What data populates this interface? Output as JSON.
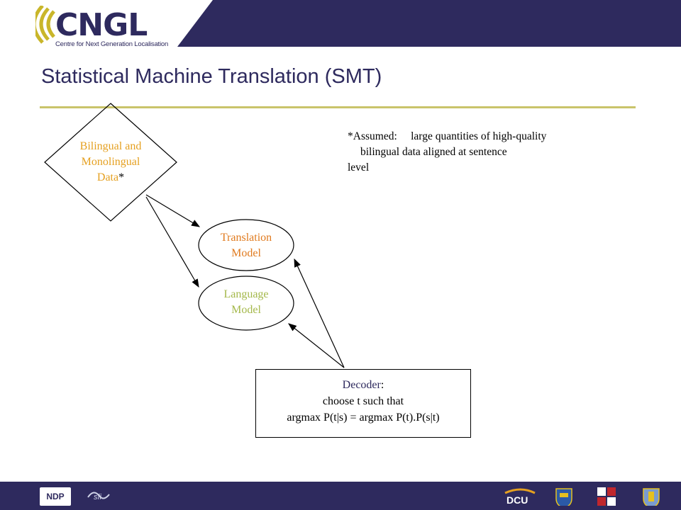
{
  "header": {
    "logo_text": "CNGL",
    "logo_tagline": "Centre for Next Generation Localisation"
  },
  "title": "Statistical Machine Translation (SMT)",
  "diagram": {
    "diamond": {
      "line1": "Bilingual and",
      "line2": "Monolingual",
      "line3": "Data",
      "asterisk": "*"
    },
    "translation_model": {
      "line1": "Translation",
      "line2": "Model"
    },
    "language_model": {
      "line1": "Language",
      "line2": "Model"
    },
    "note": {
      "line1": "*Assumed:     large quantities of high-quality",
      "line2": "bilingual data aligned at sentence",
      "line3": "level"
    },
    "decoder": {
      "label": "Decoder",
      "colon": ":",
      "line2": "choose t such that",
      "line3": "argmax P(t|s) = argmax P(t).P(s|t)"
    }
  },
  "footer": {
    "logos": [
      "NDP",
      "sfi",
      "DCU"
    ]
  },
  "colors": {
    "navy": "#2e2a5e",
    "rule": "#c9c46a",
    "diamond_text": "#e5a020",
    "tm_text": "#e07a1e",
    "lm_text": "#a4b84a"
  }
}
